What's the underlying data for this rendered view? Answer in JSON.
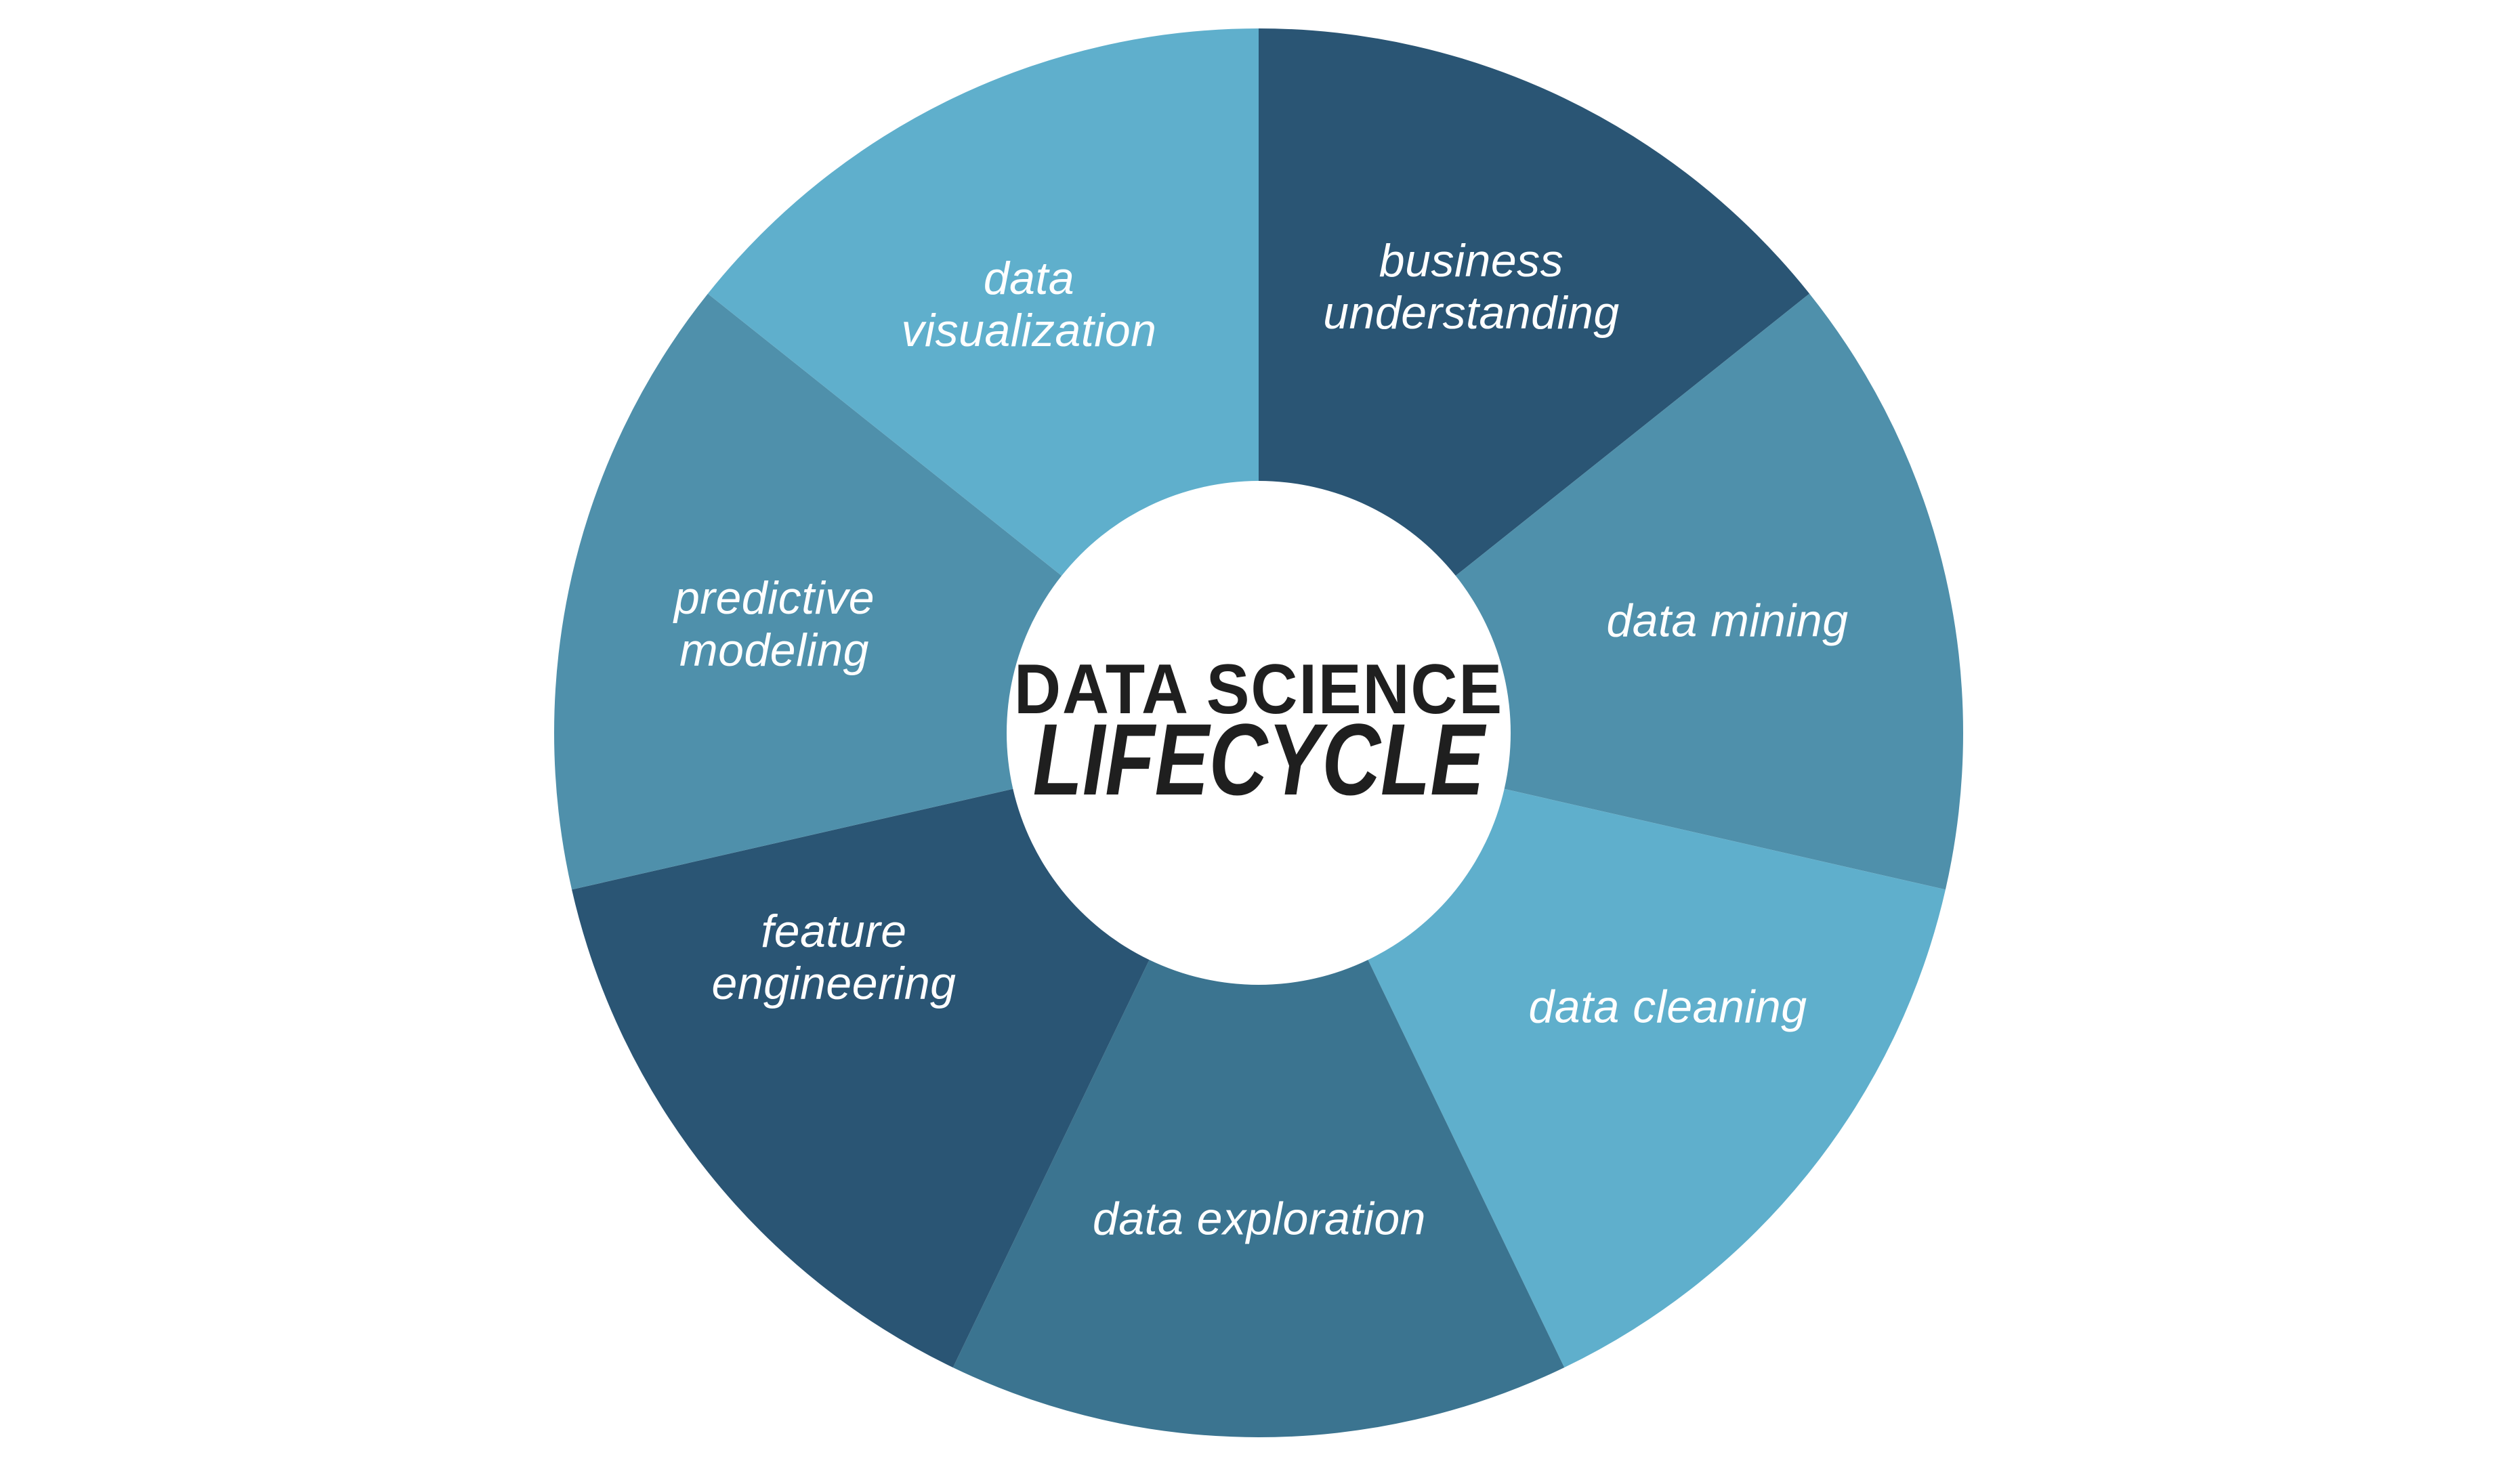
{
  "colors": {
    "background": "#FFFFFF",
    "title_text": "#1F1F1F",
    "label_text": "#FFFFFF",
    "donut_hole": "#FFFFFF"
  },
  "chart_data": {
    "type": "pie",
    "subtype": "donut",
    "title": "DATA SCIENCE LIFECYCLE",
    "center_title": {
      "line1": "DATA SCIENCE",
      "line2": "LIFECYCLE"
    },
    "direction": "clockwise",
    "start_angle_deg": 0,
    "equal_segments": true,
    "segment_count": 7,
    "legend": "none",
    "labels_on_slices": true,
    "segments": [
      {
        "label": "business understanding",
        "lines": [
          "business",
          "understanding"
        ],
        "value": 1,
        "percent": 14.29,
        "color": "#2A5574",
        "label_color": "#FFFFFF"
      },
      {
        "label": "data mining",
        "lines": [
          "data mining"
        ],
        "value": 1,
        "percent": 14.29,
        "color": "#4F90AB",
        "label_color": "#FFFFFF"
      },
      {
        "label": "data cleaning",
        "lines": [
          "data cleaning"
        ],
        "value": 1,
        "percent": 14.29,
        "color": "#5FAFCC",
        "label_color": "#FFFFFF"
      },
      {
        "label": "data exploration",
        "lines": [
          "data exploration"
        ],
        "value": 1,
        "percent": 14.29,
        "color": "#3B7490",
        "label_color": "#FFFFFF"
      },
      {
        "label": "feature engineering",
        "lines": [
          "feature",
          "engineering"
        ],
        "value": 1,
        "percent": 14.29,
        "color": "#2A5574",
        "label_color": "#FFFFFF"
      },
      {
        "label": "predictive modeling",
        "lines": [
          "predictive",
          "modeling"
        ],
        "value": 1,
        "percent": 14.29,
        "color": "#4F90AB",
        "label_color": "#FFFFFF"
      },
      {
        "label": "data visualization",
        "lines": [
          "data",
          "visualization"
        ],
        "value": 1,
        "percent": 14.29,
        "color": "#5FAFCC",
        "label_color": "#FFFFFF"
      }
    ]
  }
}
